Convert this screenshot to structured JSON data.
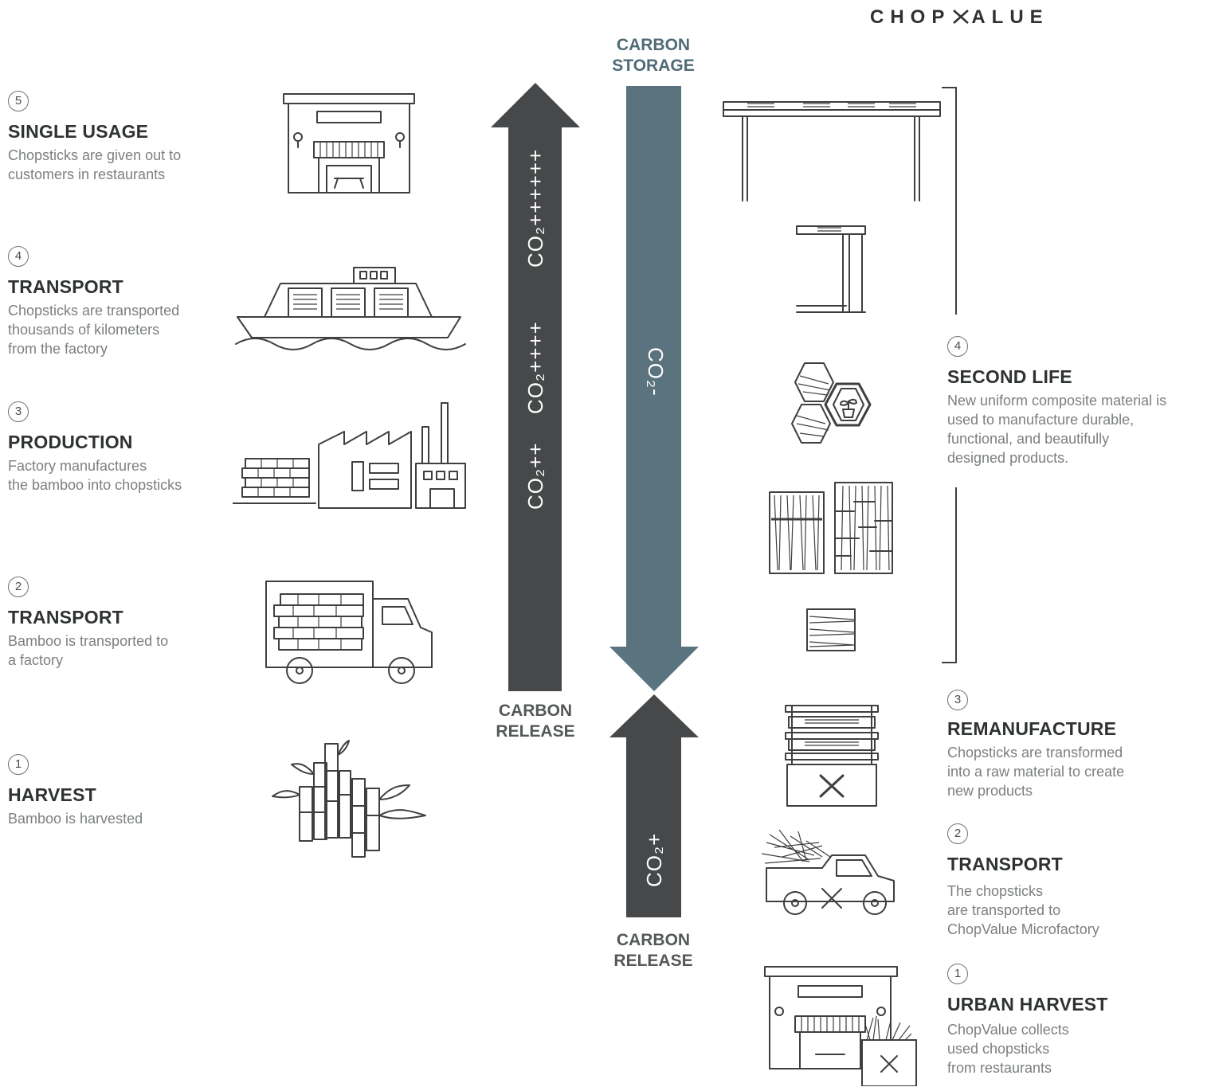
{
  "brand": {
    "logo_text": "CHOPVALUE",
    "logo_pre": "CHOP",
    "logo_post": "ALUE"
  },
  "left_steps": [
    {
      "number": "5",
      "title": "SINGLE USAGE",
      "desc": [
        "Chopsticks are given out to",
        "customers in restaurants"
      ],
      "icon": "restaurant-icon"
    },
    {
      "number": "4",
      "title": "TRANSPORT",
      "desc": [
        "Chopsticks are transported",
        "thousands of kilometers",
        "from the factory"
      ],
      "icon": "ship-icon"
    },
    {
      "number": "3",
      "title": "PRODUCTION",
      "desc": [
        "Factory manufactures",
        "the bamboo into chopsticks"
      ],
      "icon": "factory-icon"
    },
    {
      "number": "2",
      "title": "TRANSPORT",
      "desc": [
        "Bamboo is transported to",
        "a factory"
      ],
      "icon": "truck-icon"
    },
    {
      "number": "1",
      "title": "HARVEST",
      "desc": [
        "Bamboo is harvested"
      ],
      "icon": "bamboo-icon"
    }
  ],
  "right_steps": [
    {
      "number": "4",
      "title": "SECOND LIFE",
      "desc": [
        "New uniform composite material is",
        "used to manufacture durable,",
        "functional, and beautifully",
        "designed products."
      ]
    },
    {
      "number": "3",
      "title": "REMANUFACTURE",
      "desc": [
        "Chopsticks are transformed",
        "into a raw material to create",
        "new products"
      ],
      "icon": "press-icon"
    },
    {
      "number": "2",
      "title": "TRANSPORT",
      "desc": [
        "The chopsticks",
        "are transported to",
        "ChopValue Microfactory"
      ],
      "icon": "pickup-truck-icon"
    },
    {
      "number": "1",
      "title": "URBAN HARVEST",
      "desc": [
        "ChopValue collects",
        "used chopsticks",
        "from restaurants"
      ],
      "icon": "restaurant-collection-icon"
    }
  ],
  "arrows": {
    "release_left": {
      "caption": [
        "CARBON",
        "RELEASE"
      ],
      "labels": [
        "CO₂++",
        "CO₂++++",
        "CO₂++++++"
      ],
      "color": "#464849"
    },
    "storage": {
      "caption": [
        "CARBON",
        "STORAGE"
      ],
      "label": "CO₂-",
      "color": "#5a737e"
    },
    "release_right": {
      "caption": [
        "CARBON",
        "RELEASE"
      ],
      "label": "CO₂+",
      "color": "#464849"
    }
  },
  "colors": {
    "text_dark": "#2f3233",
    "text_grey": "#7c7f80",
    "teal": "#5a737e",
    "arrow_dark": "#464849"
  }
}
